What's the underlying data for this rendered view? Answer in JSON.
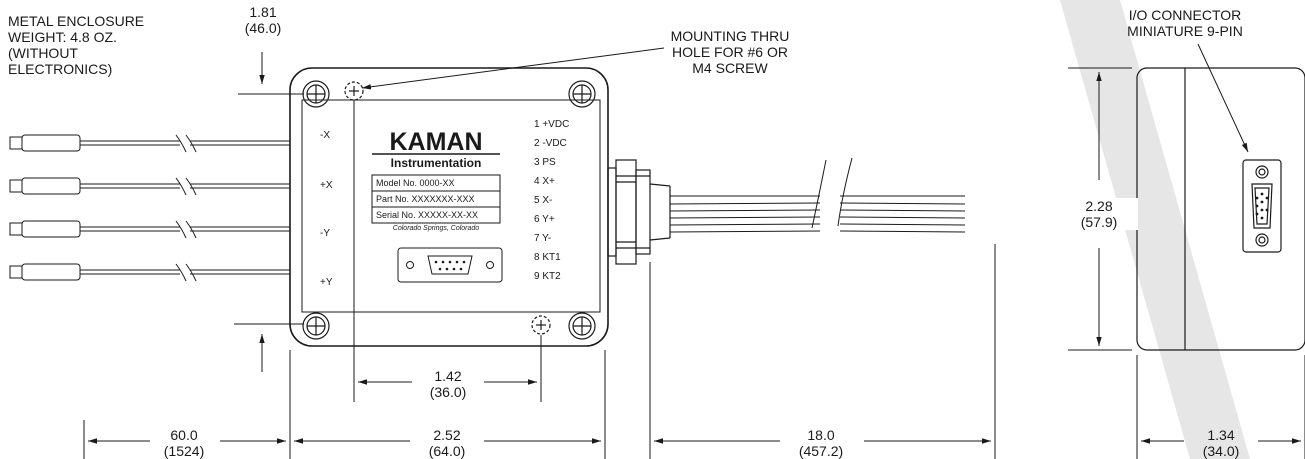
{
  "callouts": {
    "enclosure_note": "METAL ENCLOSURE\nWEIGHT:  4.8 OZ.\n(WITHOUT\nELECTRONICS)",
    "mounting_note": "MOUNTING THRU\nHOLE FOR #6 OR\nM4 SCREW",
    "connector_note": "I/O CONNECTOR\nMINIATURE 9-PIN"
  },
  "dimensions": {
    "top_height": "1.81\n(46.0)",
    "hole_spacing": "1.42\n(36.0)",
    "probe_length": "60.0\n(1524)",
    "box_width": "2.52\n(64.0)",
    "cable_length": "18.0\n(457.2)",
    "side_height": "2.28\n(57.9)",
    "side_depth": "1.34\n(34.0)"
  },
  "axis_labels": [
    "-X",
    "+X",
    "-Y",
    "+Y"
  ],
  "pinout": [
    "1 +VDC",
    "2 -VDC",
    "3 PS",
    "4 X+",
    "5 X-",
    "6 Y+",
    "7 Y-",
    "8 KT1",
    "9 KT2"
  ],
  "nameplate": {
    "brand": "KAMAN",
    "sub": "Instrumentation",
    "model": "Model No.  0000-XX",
    "part": "Part No.  XXXXXXX-XXX",
    "serial": "Serial No.  XXXXX-XX-XX",
    "location": "Colorado Springs, Colorado"
  },
  "colors": {
    "ink": "#1a1a1a",
    "watermark": "#e6e6e6"
  }
}
